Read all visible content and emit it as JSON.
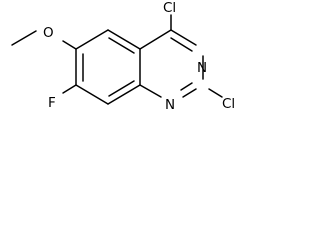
{
  "molecule": {
    "atoms": {
      "cl_top": "Cl",
      "cl_right": "Cl",
      "n_upper": "N",
      "n_lower": "N",
      "oxygen": "O",
      "fluorine": "F"
    },
    "colors": {
      "bond": "#000000",
      "label": "#000000",
      "background": "#ffffff"
    }
  }
}
